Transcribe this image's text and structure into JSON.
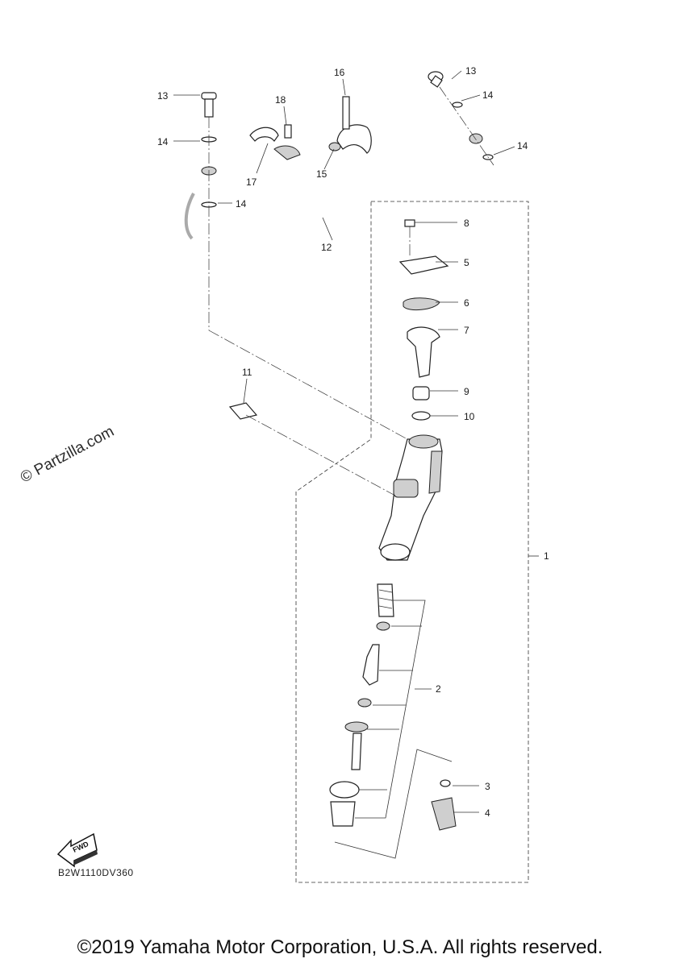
{
  "diagram": {
    "callouts": [
      {
        "id": "c1",
        "label": "1"
      },
      {
        "id": "c2",
        "label": "2"
      },
      {
        "id": "c3",
        "label": "3"
      },
      {
        "id": "c4",
        "label": "4"
      },
      {
        "id": "c5",
        "label": "5"
      },
      {
        "id": "c6",
        "label": "6"
      },
      {
        "id": "c7",
        "label": "7"
      },
      {
        "id": "c8",
        "label": "8"
      },
      {
        "id": "c9",
        "label": "9"
      },
      {
        "id": "c10",
        "label": "10"
      },
      {
        "id": "c11",
        "label": "11"
      },
      {
        "id": "c12",
        "label": "12"
      },
      {
        "id": "c13a",
        "label": "13"
      },
      {
        "id": "c13b",
        "label": "13"
      },
      {
        "id": "c14a",
        "label": "14"
      },
      {
        "id": "c14b",
        "label": "14"
      },
      {
        "id": "c14c",
        "label": "14"
      },
      {
        "id": "c14d",
        "label": "14"
      },
      {
        "id": "c15",
        "label": "15"
      },
      {
        "id": "c16",
        "label": "16"
      },
      {
        "id": "c17",
        "label": "17"
      },
      {
        "id": "c18",
        "label": "18"
      }
    ],
    "fwd_label": "FWD",
    "diagram_code": "B2W1110DV360"
  },
  "watermark": "© Partzilla.com",
  "copyright": "©2019 Yamaha Motor Corporation, U.S.A. All rights reserved."
}
